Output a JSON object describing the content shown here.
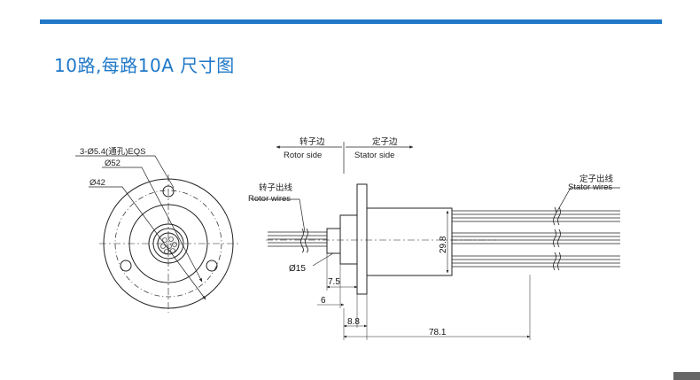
{
  "colors": {
    "accent": "#1f78c8",
    "line": "#222222",
    "corner": "#666666"
  },
  "title": "10路,每路10A  尺寸图",
  "front_view": {
    "hole_callout": "3-Ø5.4(通孔)EQS",
    "d_pitch": "Ø52",
    "d_outer": "Ø42"
  },
  "direction": {
    "rotor_cn": "转子边",
    "rotor_en": "Rotor side",
    "stator_cn": "定子边",
    "stator_en": "Stator side"
  },
  "wires": {
    "rotor_cn": "转子出线",
    "rotor_en": "Rotor wires",
    "stator_cn": "定子出线",
    "stator_en": "Stator wires"
  },
  "dims": {
    "body_dia": "29.8",
    "shaft_dia": "Ø15",
    "d7_5": "7.5",
    "d6": "6",
    "d8_8": "8.8",
    "total": "78.1"
  }
}
